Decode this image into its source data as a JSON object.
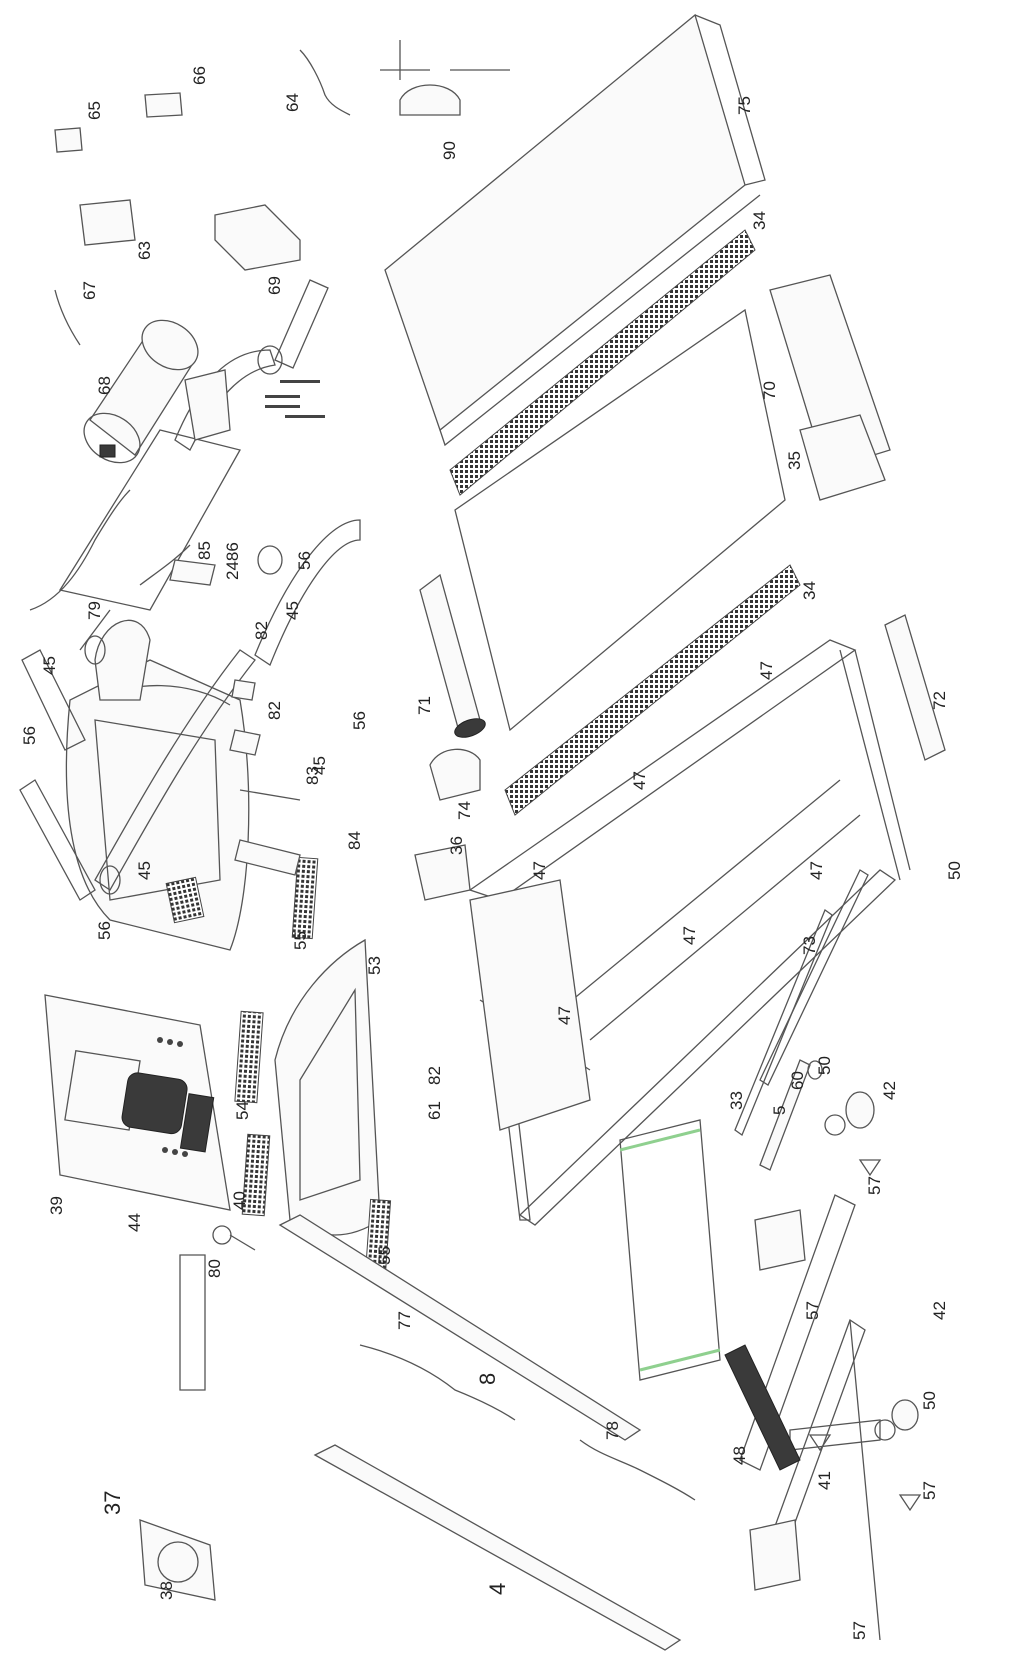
{
  "diagram": {
    "labels": [
      {
        "id": "p37",
        "text": "37"
      },
      {
        "id": "p38",
        "text": "38"
      },
      {
        "id": "p39",
        "text": "39"
      },
      {
        "id": "p44",
        "text": "44"
      },
      {
        "id": "p40",
        "text": "40"
      },
      {
        "id": "p80",
        "text": "80"
      },
      {
        "id": "p54",
        "text": "54"
      },
      {
        "id": "p55a",
        "text": "55"
      },
      {
        "id": "p55b",
        "text": "55"
      },
      {
        "id": "p53",
        "text": "53"
      },
      {
        "id": "p56a",
        "text": "56"
      },
      {
        "id": "p56b",
        "text": "56"
      },
      {
        "id": "p56c",
        "text": "56"
      },
      {
        "id": "p56d",
        "text": "56"
      },
      {
        "id": "p45a",
        "text": "45"
      },
      {
        "id": "p45b",
        "text": "45"
      },
      {
        "id": "p45c",
        "text": "45"
      },
      {
        "id": "p45d",
        "text": "45"
      },
      {
        "id": "p83",
        "text": "83"
      },
      {
        "id": "p84",
        "text": "84"
      },
      {
        "id": "p82a",
        "text": "82"
      },
      {
        "id": "p82b",
        "text": "82"
      },
      {
        "id": "p82c",
        "text": "82"
      },
      {
        "id": "p79",
        "text": "79"
      },
      {
        "id": "p85",
        "text": "85"
      },
      {
        "id": "p2486",
        "text": "2486"
      },
      {
        "id": "p68",
        "text": "68"
      },
      {
        "id": "p67",
        "text": "67"
      },
      {
        "id": "p63",
        "text": "63"
      },
      {
        "id": "p65",
        "text": "65"
      },
      {
        "id": "p66",
        "text": "66"
      },
      {
        "id": "p64",
        "text": "64"
      },
      {
        "id": "p69",
        "text": "69"
      },
      {
        "id": "p90",
        "text": "90"
      },
      {
        "id": "p75",
        "text": "75"
      },
      {
        "id": "p34a",
        "text": "34"
      },
      {
        "id": "p34b",
        "text": "34"
      },
      {
        "id": "p70",
        "text": "70"
      },
      {
        "id": "p35",
        "text": "35"
      },
      {
        "id": "p71",
        "text": "71"
      },
      {
        "id": "p74",
        "text": "74"
      },
      {
        "id": "p36",
        "text": "36"
      },
      {
        "id": "p47a",
        "text": "47"
      },
      {
        "id": "p47b",
        "text": "47"
      },
      {
        "id": "p47c",
        "text": "47"
      },
      {
        "id": "p47d",
        "text": "47"
      },
      {
        "id": "p47e",
        "text": "47"
      },
      {
        "id": "p47f",
        "text": "47"
      },
      {
        "id": "p72",
        "text": "72"
      },
      {
        "id": "p50a",
        "text": "50"
      },
      {
        "id": "p50b",
        "text": "50"
      },
      {
        "id": "p50c",
        "text": "50"
      },
      {
        "id": "p61",
        "text": "61"
      },
      {
        "id": "p73",
        "text": "73"
      },
      {
        "id": "p60",
        "text": "60"
      },
      {
        "id": "p42a",
        "text": "42"
      },
      {
        "id": "p42b",
        "text": "42"
      },
      {
        "id": "p33",
        "text": "33"
      },
      {
        "id": "p5",
        "text": "5"
      },
      {
        "id": "p57a",
        "text": "57"
      },
      {
        "id": "p57b",
        "text": "57"
      },
      {
        "id": "p57c",
        "text": "57"
      },
      {
        "id": "p57d",
        "text": "57"
      },
      {
        "id": "p41",
        "text": "41"
      },
      {
        "id": "p48",
        "text": "48"
      },
      {
        "id": "p8",
        "text": "8"
      },
      {
        "id": "p77",
        "text": "77"
      },
      {
        "id": "p78",
        "text": "78"
      },
      {
        "id": "p4",
        "text": "4"
      }
    ]
  }
}
